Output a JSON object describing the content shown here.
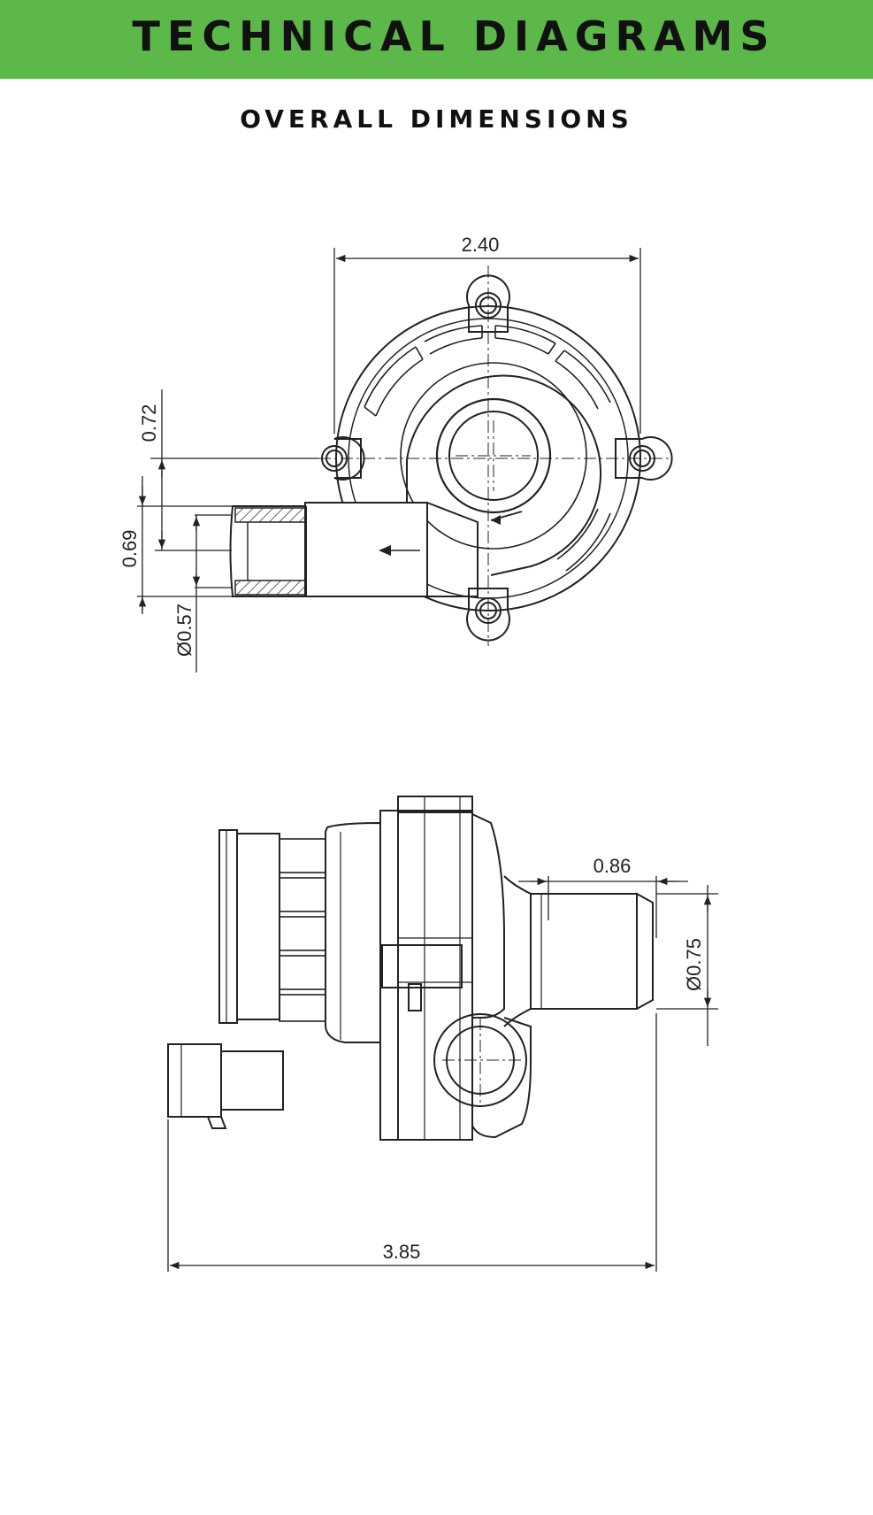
{
  "header": {
    "title": "TECHNICAL DIAGRAMS",
    "background_color": "#5cb848"
  },
  "section": {
    "subtitle": "OVERALL DIMENSIONS"
  },
  "front_view": {
    "dim_width": "2.40",
    "dim_offset_top": "0.72",
    "dim_offset_outlet": "0.69",
    "dim_outlet_diameter": "Ø0.57"
  },
  "side_view": {
    "dim_inlet_length": "0.86",
    "dim_inlet_diameter": "Ø0.75",
    "dim_overall_length": "3.85"
  }
}
